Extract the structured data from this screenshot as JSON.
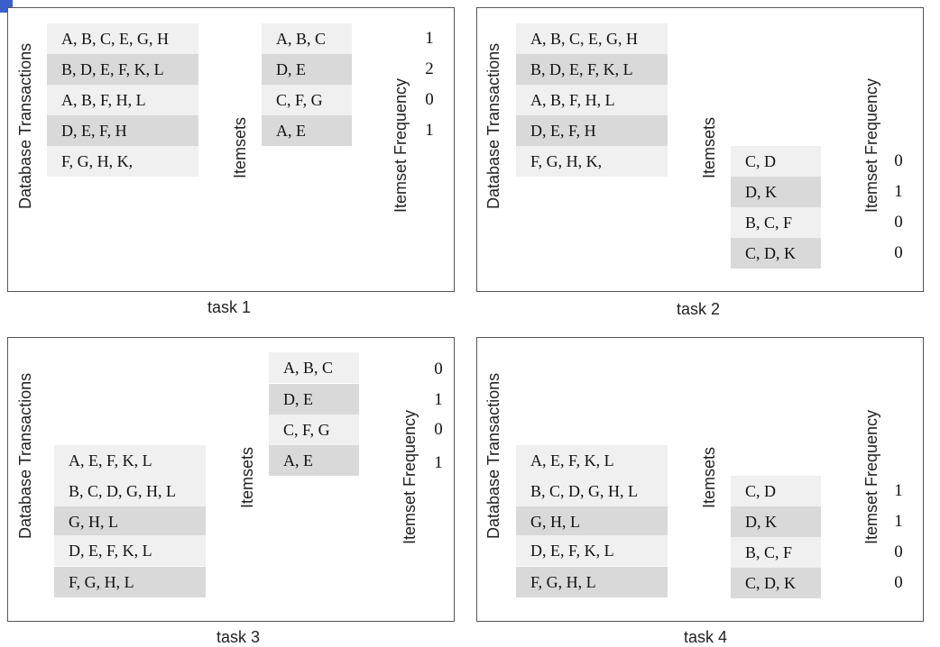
{
  "labels": {
    "transactions": "Database Transactions",
    "itemsets": "Itemsets",
    "frequency": "Itemset Frequency"
  },
  "tasks": [
    {
      "title": "task 1",
      "transactions": [
        "A, B, C, E, G, H",
        "B, D, E, F, K, L",
        "A, B, F, H, L",
        "D, E, F, H",
        "F, G, H, K,"
      ],
      "itemsets": [
        "A, B, C",
        "D, E",
        "C, F, G",
        "A, E"
      ],
      "frequencies": [
        "1",
        "2",
        "0",
        "1"
      ]
    },
    {
      "title": "task 2",
      "transactions": [
        "A, B, C, E, G, H",
        "B, D, E, F, K, L",
        "A, B, F, H, L",
        "D, E, F, H",
        "F, G, H, K,"
      ],
      "itemsets": [
        "C, D",
        "D, K",
        "B, C, F",
        "C, D, K"
      ],
      "frequencies": [
        "0",
        "1",
        "0",
        "0"
      ]
    },
    {
      "title": "task 3",
      "transactions": [
        "A, E, F, K, L",
        "B, C, D, G, H, L",
        "G, H, L",
        "D, E, F, K, L",
        "F, G, H, L"
      ],
      "itemsets": [
        "A, B, C",
        "D, E",
        "C, F, G",
        "A, E"
      ],
      "frequencies": [
        "0",
        "1",
        "0",
        "1"
      ]
    },
    {
      "title": "task 4",
      "transactions": [
        "A, E, F, K, L",
        "B, C, D, G, H, L",
        "G, H, L",
        "D, E, F, K, L",
        "F, G, H, L"
      ],
      "itemsets": [
        "C, D",
        "D, K",
        "B, C, F",
        "C, D, K"
      ],
      "frequencies": [
        "1",
        "1",
        "0",
        "0"
      ]
    }
  ]
}
